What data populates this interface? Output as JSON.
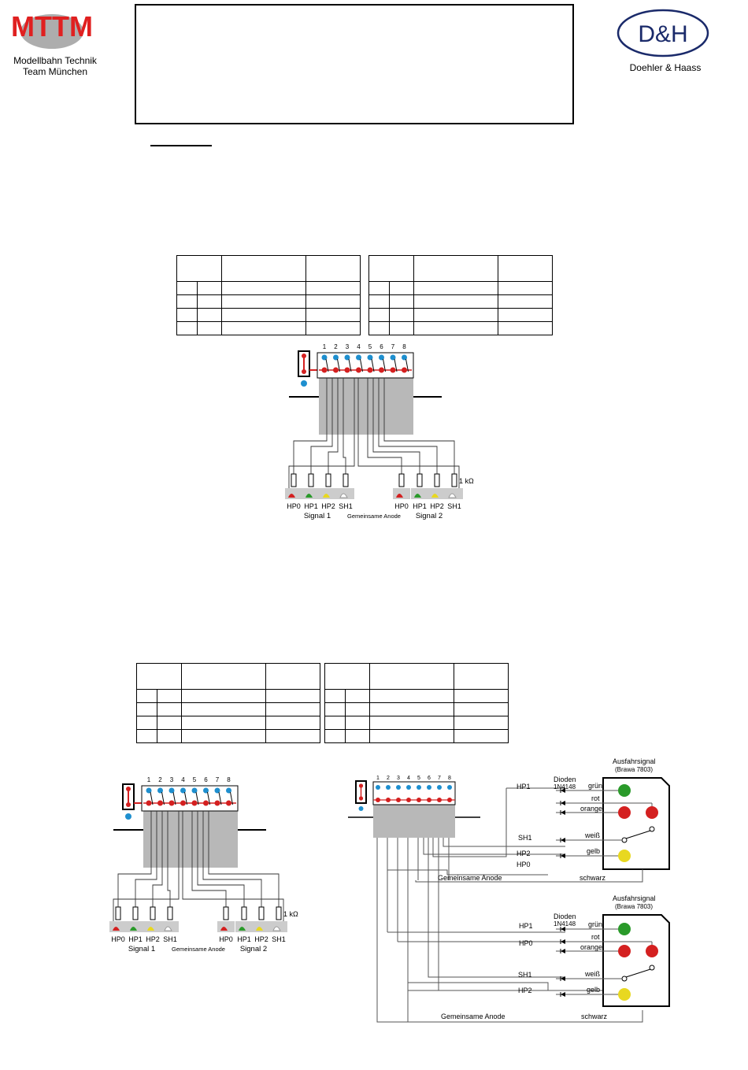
{
  "logo_left": {
    "brand": "MTTM",
    "line1": "Modellbahn Technik",
    "line2": "Team München"
  },
  "logo_right": {
    "brand": "D&H",
    "name": "Doehler & Haass"
  },
  "pins": [
    "1",
    "2",
    "3",
    "4",
    "5",
    "6",
    "7",
    "8"
  ],
  "signal_labels": [
    "HP0",
    "HP1",
    "HP2",
    "SH1"
  ],
  "signal1": "Signal 1",
  "signal2": "Signal 2",
  "common_anode": "Gemeinsame Anode",
  "resistor": "1 kΩ",
  "wiring": {
    "title": "Ausfahrsignal",
    "subtitle": "(Brawa 7803)",
    "diodes": "Dioden",
    "diode_type": "1N4148",
    "lamps": [
      "grün",
      "rot",
      "orange",
      "weiß",
      "gelb"
    ],
    "black": "schwarz",
    "lines_top": [
      "HP1",
      "SH1",
      "HP2",
      "HP0"
    ],
    "lines_bottom": [
      "HP1",
      "HP0",
      "SH1",
      "HP2"
    ]
  },
  "colors": {
    "red": "#d42020",
    "green": "#2a9a2a",
    "yellow": "#e8d820",
    "blue": "#1e8fcf",
    "gray": "#b8b8b8"
  }
}
